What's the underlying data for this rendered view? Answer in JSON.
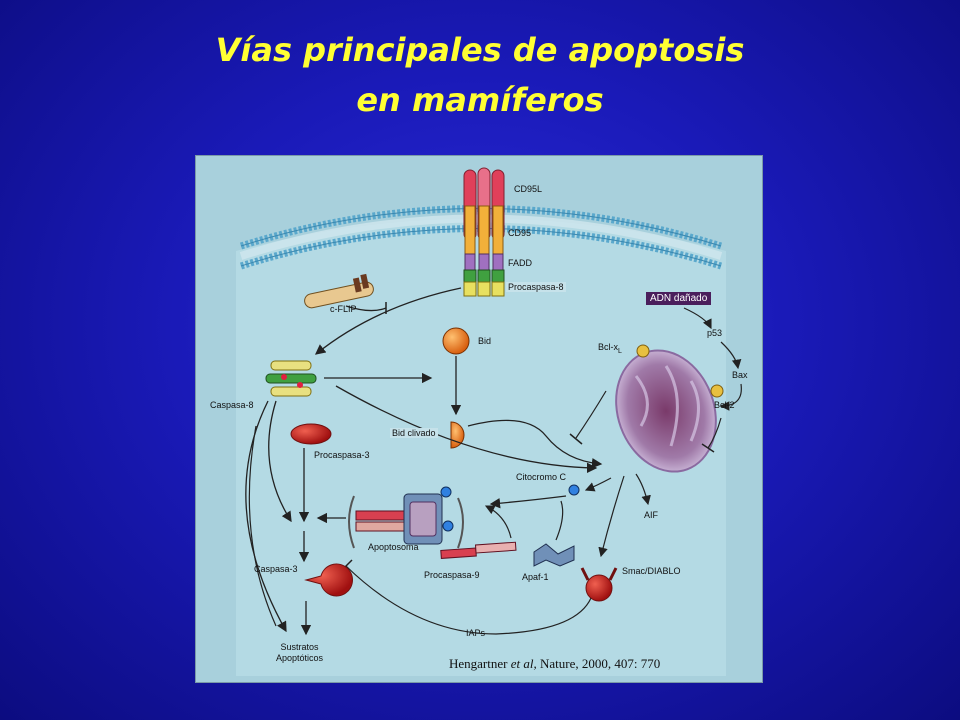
{
  "slide": {
    "title_line1": "Vías principales de apoptosis",
    "title_line2": "en mamíferos",
    "background_color": "#1a1ab8",
    "title_color": "#ffff33"
  },
  "figure": {
    "labels": {
      "cd95l": "CD95L",
      "cd95": "CD95",
      "fadd": "FADD",
      "procaspasa8": "Procaspasa-8",
      "cflip": "c-FLIP",
      "adn_danado": "ADN dañado",
      "bid": "Bid",
      "bclxl": "Bcl-x",
      "bclxl_sub": "L",
      "p53": "p53",
      "caspasa8": "Caspasa-8",
      "bax": "Bax",
      "bcl2": "Bcl-2",
      "bid_clivado": "Bid clivado",
      "procaspasa3": "Procaspasa-3",
      "citocromo": "Citocromo C",
      "aif": "AIF",
      "apoptosoma": "Apoptosoma",
      "procaspasa9": "Procaspasa-9",
      "apaf1": "Apaf-1",
      "caspasa3": "Caspasa-3",
      "smac": "Smac/DIABLO",
      "iaps": "IAPs",
      "sustratos_1": "Sustratos",
      "sustratos_2": "Apoptóticos"
    },
    "citation": {
      "author": "Hengartner",
      "etal": "et al,",
      "rest": "Nature, 2000, 407: 770"
    }
  }
}
